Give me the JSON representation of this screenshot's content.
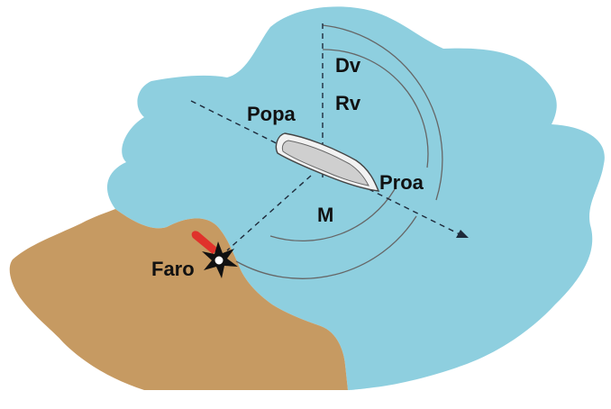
{
  "diagram": {
    "labels": {
      "dv": "Dv",
      "rv": "Rv",
      "popa": "Popa",
      "proa": "Proa",
      "m": "M",
      "faro": "Faro"
    },
    "colors": {
      "water": "#8ecfdf",
      "land": "#c69a62",
      "boat_hull": "#f2f2f2",
      "boat_deck": "#cfcfcf",
      "lighthouse_beam": "#e0322b",
      "lines": "#1e2a3a"
    },
    "icons": [
      "boat-icon",
      "lighthouse-icon"
    ]
  }
}
